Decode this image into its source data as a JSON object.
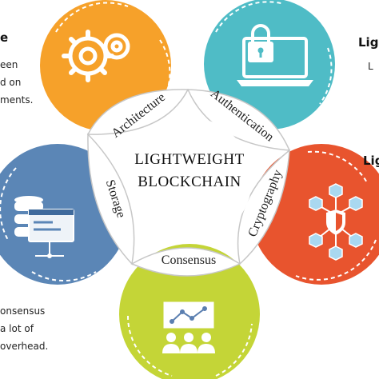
{
  "center_title": {
    "line1": "LIGHTWEIGHT",
    "line2": "BLOCKCHAIN"
  },
  "segments": [
    {
      "id": "architecture",
      "label": "Architecture",
      "color": "#F6A12A",
      "icon": "gears-icon"
    },
    {
      "id": "authentication",
      "label": "Authentication",
      "color": "#4FBCC6",
      "icon": "laptop-lock-icon"
    },
    {
      "id": "cryptography",
      "label": "Cryptography",
      "color": "#E8542E",
      "icon": "network-shield-icon"
    },
    {
      "id": "consensus",
      "label": "Consensus",
      "color": "#C4D537",
      "icon": "people-network-icon"
    },
    {
      "id": "storage",
      "label": "Storage",
      "color": "#5B86B6",
      "icon": "database-icon"
    }
  ],
  "left_top": {
    "title": "e",
    "lines": [
      "een",
      "d on",
      "ments."
    ]
  },
  "left_bottom": {
    "lines": [
      "onsensus",
      "a lot of",
      "overhead."
    ]
  },
  "right_top": {
    "title": "Lig",
    "line": "L"
  },
  "right_mid": {
    "title": "Lig"
  }
}
